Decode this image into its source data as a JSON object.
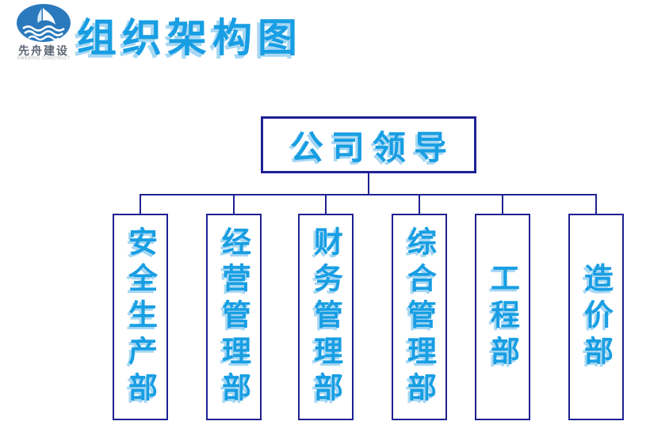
{
  "logo": {
    "company_name": "先舟建设",
    "company_subtitle": "XIANZHOU CONSTRUCT",
    "circle_color": "#2b79bd"
  },
  "title": {
    "text": "组织架构图"
  },
  "chart": {
    "root": {
      "label": "公司领导"
    },
    "departments": [
      {
        "label": "安全生产部"
      },
      {
        "label": "经营管理部"
      },
      {
        "label": "财务管理部"
      },
      {
        "label": "综合管理部"
      },
      {
        "label": "工程部"
      },
      {
        "label": "造价部"
      }
    ]
  },
  "colors": {
    "accent_blue": "#189ee3",
    "shadow_blue": "#a6d7f3",
    "line_navy": "#1f2192",
    "logo_blue": "#2b79bd"
  }
}
